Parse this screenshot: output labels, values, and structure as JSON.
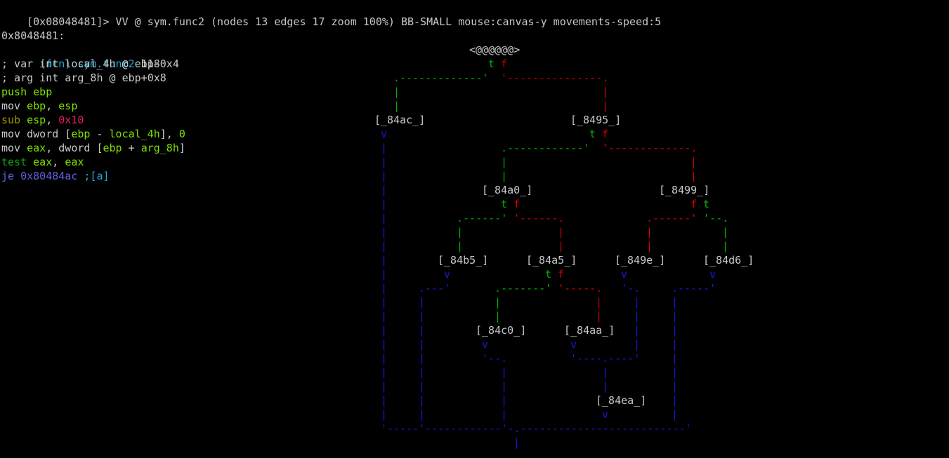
{
  "header": {
    "prompt": "[0x08048481]>",
    "command": " VV @ sym.func2 (nodes 13 edges 17 zoom 100%) BB-SMALL mouse:canvas-y movements-speed:5"
  },
  "disasm": {
    "address_label": "0x8048481:",
    "fcn_tag": "(fcn)",
    "fcn_name": "sym.func2",
    "fcn_size": "118",
    "var_comment": "; var int local_4h @ ebp-0x4",
    "arg_comment": "; arg int arg_8h @ ebp+0x8",
    "lines": [
      {
        "op": "push",
        "op_color": "lime",
        "args": [
          {
            "t": " ebp",
            "c": "lime"
          }
        ]
      },
      {
        "op": "mov",
        "op_color": "white",
        "args": [
          {
            "t": " ebp",
            "c": "lime"
          },
          {
            "t": ", ",
            "c": "white"
          },
          {
            "t": "esp",
            "c": "lime"
          }
        ]
      },
      {
        "op": "sub",
        "op_color": "olive",
        "args": [
          {
            "t": " esp",
            "c": "lime"
          },
          {
            "t": ", ",
            "c": "white"
          },
          {
            "t": "0x10",
            "c": "magenta"
          }
        ]
      },
      {
        "op": "mov",
        "op_color": "white",
        "args": [
          {
            "t": " dword [",
            "c": "white"
          },
          {
            "t": "ebp",
            "c": "lime"
          },
          {
            "t": " - ",
            "c": "white"
          },
          {
            "t": "local_4h",
            "c": "lime"
          },
          {
            "t": "], ",
            "c": "white"
          },
          {
            "t": "0",
            "c": "lime"
          }
        ]
      },
      {
        "op": "mov",
        "op_color": "white",
        "args": [
          {
            "t": " eax",
            "c": "lime"
          },
          {
            "t": ", dword [",
            "c": "white"
          },
          {
            "t": "ebp",
            "c": "lime"
          },
          {
            "t": " + ",
            "c": "white"
          },
          {
            "t": "arg_8h",
            "c": "lime"
          },
          {
            "t": "]",
            "c": "white"
          }
        ]
      },
      {
        "op": "test",
        "op_color": "darkgreen",
        "args": [
          {
            "t": " eax",
            "c": "lime"
          },
          {
            "t": ", ",
            "c": "white"
          },
          {
            "t": "eax",
            "c": "lime"
          }
        ]
      },
      {
        "op": "je",
        "op_color": "purple",
        "args": [
          {
            "t": " 0x80484ac",
            "c": "purple"
          },
          {
            "t": " ;[a]",
            "c": "cyan"
          }
        ]
      }
    ]
  },
  "graph": {
    "nodes": [
      {
        "id": "entry",
        "label": "<@@@@@@>",
        "row": 3,
        "col": 74
      },
      {
        "id": "84ac",
        "label": "[_84ac_]",
        "row": 8,
        "col": 59
      },
      {
        "id": "8495",
        "label": "[_8495_]",
        "row": 8,
        "col": 90
      },
      {
        "id": "84a0",
        "label": "[_84a0_]",
        "row": 13,
        "col": 76
      },
      {
        "id": "8499",
        "label": "[_8499_]",
        "row": 13,
        "col": 104
      },
      {
        "id": "84b5",
        "label": "[_84b5_]",
        "row": 18,
        "col": 69
      },
      {
        "id": "84a5",
        "label": "[_84a5_]",
        "row": 18,
        "col": 83
      },
      {
        "id": "849e",
        "label": "[_849e_]",
        "row": 18,
        "col": 97
      },
      {
        "id": "84d6",
        "label": "[_84d6_]",
        "row": 18,
        "col": 111
      },
      {
        "id": "84c0",
        "label": "[_84c0_]",
        "row": 23,
        "col": 75
      },
      {
        "id": "84aa",
        "label": "[_84aa_]",
        "row": 23,
        "col": 89
      },
      {
        "id": "84ea",
        "label": "[_84ea_]",
        "row": 28,
        "col": 94
      }
    ],
    "edges": [
      {
        "row": 4,
        "col": 77,
        "t": "t",
        "c": "green"
      },
      {
        "row": 4,
        "col": 79,
        "t": "f",
        "c": "red"
      },
      {
        "row": 5,
        "col": 62,
        "t": ".-------------'",
        "c": "green"
      },
      {
        "row": 5,
        "col": 79,
        "t": "'---------------.",
        "c": "red"
      },
      {
        "row": 6,
        "col": 62,
        "t": "|",
        "c": "green"
      },
      {
        "row": 6,
        "col": 95,
        "t": "|",
        "c": "red"
      },
      {
        "row": 7,
        "col": 62,
        "t": "|",
        "c": "green"
      },
      {
        "row": 7,
        "col": 95,
        "t": "|",
        "c": "red"
      },
      {
        "row": 9,
        "col": 60,
        "t": "v",
        "c": "blue"
      },
      {
        "row": 9,
        "col": 93,
        "t": "t",
        "c": "green"
      },
      {
        "row": 9,
        "col": 95,
        "t": "f",
        "c": "red"
      },
      {
        "row": 10,
        "col": 79,
        "t": ".------------'",
        "c": "green"
      },
      {
        "row": 10,
        "col": 95,
        "t": "'-------------.",
        "c": "red"
      },
      {
        "row": 11,
        "col": 79,
        "t": "|",
        "c": "green"
      },
      {
        "row": 11,
        "col": 109,
        "t": "|",
        "c": "red"
      },
      {
        "row": 12,
        "col": 79,
        "t": "|",
        "c": "green"
      },
      {
        "row": 12,
        "col": 109,
        "t": "|",
        "c": "red"
      },
      {
        "row": 14,
        "col": 79,
        "t": "t",
        "c": "green"
      },
      {
        "row": 14,
        "col": 81,
        "t": "f",
        "c": "red"
      },
      {
        "row": 14,
        "col": 109,
        "t": "f",
        "c": "red"
      },
      {
        "row": 14,
        "col": 111,
        "t": "t",
        "c": "green"
      },
      {
        "row": 15,
        "col": 72,
        "t": ".------'",
        "c": "green"
      },
      {
        "row": 15,
        "col": 81,
        "t": "'------.",
        "c": "red"
      },
      {
        "row": 15,
        "col": 102,
        "t": ".------'",
        "c": "red"
      },
      {
        "row": 15,
        "col": 111,
        "t": "'--.",
        "c": "green"
      },
      {
        "row": 16,
        "col": 72,
        "t": "|",
        "c": "green"
      },
      {
        "row": 16,
        "col": 88,
        "t": "|",
        "c": "red"
      },
      {
        "row": 16,
        "col": 102,
        "t": "|",
        "c": "red"
      },
      {
        "row": 16,
        "col": 114,
        "t": "|",
        "c": "green"
      },
      {
        "row": 17,
        "col": 72,
        "t": "|",
        "c": "green"
      },
      {
        "row": 17,
        "col": 88,
        "t": "|",
        "c": "red"
      },
      {
        "row": 17,
        "col": 102,
        "t": "|",
        "c": "red"
      },
      {
        "row": 17,
        "col": 114,
        "t": "|",
        "c": "green"
      },
      {
        "row": 19,
        "col": 70,
        "t": "v",
        "c": "blue"
      },
      {
        "row": 19,
        "col": 86,
        "t": "t",
        "c": "green"
      },
      {
        "row": 19,
        "col": 88,
        "t": "f",
        "c": "red"
      },
      {
        "row": 19,
        "col": 98,
        "t": "v",
        "c": "blue"
      },
      {
        "row": 19,
        "col": 112,
        "t": "v",
        "c": "blue"
      },
      {
        "row": 20,
        "col": 66,
        "t": ".---'",
        "c": "blue"
      },
      {
        "row": 20,
        "col": 78,
        "t": ".-------'",
        "c": "green"
      },
      {
        "row": 20,
        "col": 88,
        "t": "'-----.",
        "c": "red"
      },
      {
        "row": 20,
        "col": 98,
        "t": "'-.",
        "c": "blue"
      },
      {
        "row": 20,
        "col": 106,
        "t": ".-----'",
        "c": "blue"
      },
      {
        "row": 21,
        "col": 78,
        "t": "|",
        "c": "green"
      },
      {
        "row": 21,
        "col": 94,
        "t": "|",
        "c": "red"
      },
      {
        "row": 22,
        "col": 78,
        "t": "|",
        "c": "green"
      },
      {
        "row": 22,
        "col": 94,
        "t": "|",
        "c": "red"
      },
      {
        "row": 24,
        "col": 76,
        "t": "v",
        "c": "blue"
      },
      {
        "row": 24,
        "col": 90,
        "t": "v",
        "c": "blue"
      },
      {
        "row": 25,
        "col": 76,
        "t": "'--.",
        "c": "blue"
      },
      {
        "row": 25,
        "col": 90,
        "t": "'----.----'",
        "c": "blue"
      },
      {
        "row": 26,
        "col": 95,
        "t": "|",
        "c": "blue"
      },
      {
        "row": 27,
        "col": 95,
        "t": "|",
        "c": "blue"
      },
      {
        "row": 29,
        "col": 95,
        "t": "v",
        "c": "blue"
      },
      {
        "row": 30,
        "col": 60,
        "t": "'-----'------------'-.--------------------------'",
        "c": "blue"
      },
      {
        "row": 31,
        "col": 81,
        "t": "|",
        "c": "blue"
      }
    ],
    "verticals": [
      {
        "col": 60,
        "from": 10,
        "to": 29,
        "c": "blue"
      },
      {
        "col": 66,
        "from": 21,
        "to": 29,
        "c": "blue"
      },
      {
        "col": 79,
        "from": 26,
        "to": 29,
        "c": "blue"
      },
      {
        "col": 100,
        "from": 21,
        "to": 24,
        "c": "blue"
      },
      {
        "col": 106,
        "from": 21,
        "to": 29,
        "c": "blue"
      }
    ]
  }
}
